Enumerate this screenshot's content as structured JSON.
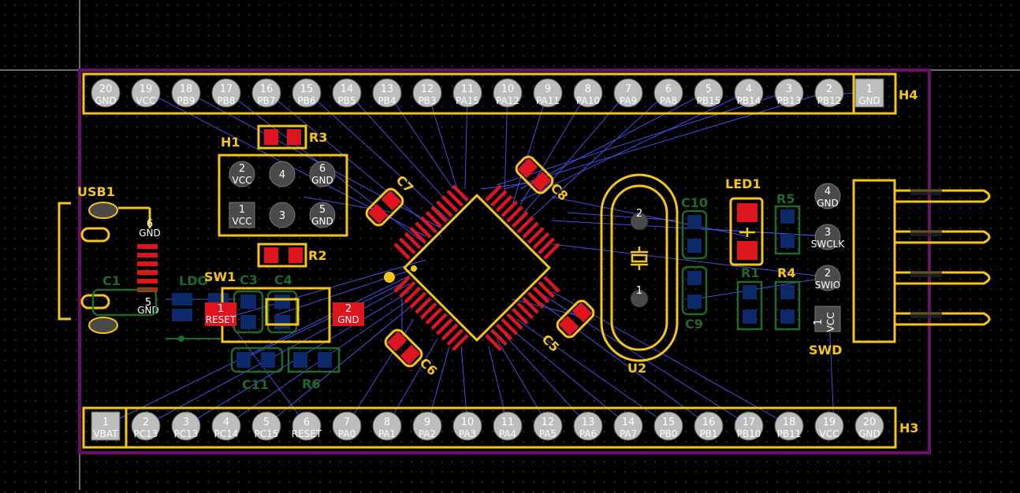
{
  "connectors": {
    "h4": {
      "ref": "H4",
      "pins": [
        {
          "num": "20",
          "name": "GND"
        },
        {
          "num": "19",
          "name": "VCC"
        },
        {
          "num": "18",
          "name": "PB9"
        },
        {
          "num": "17",
          "name": "PB8"
        },
        {
          "num": "16",
          "name": "PB7"
        },
        {
          "num": "15",
          "name": "PB6"
        },
        {
          "num": "14",
          "name": "PB5"
        },
        {
          "num": "13",
          "name": "PB4"
        },
        {
          "num": "12",
          "name": "PB3"
        },
        {
          "num": "11",
          "name": "PA15"
        },
        {
          "num": "10",
          "name": "PA12"
        },
        {
          "num": "9",
          "name": "PA11"
        },
        {
          "num": "8",
          "name": "PA10"
        },
        {
          "num": "7",
          "name": "PA9"
        },
        {
          "num": "6",
          "name": "PA8"
        },
        {
          "num": "5",
          "name": "PB15"
        },
        {
          "num": "4",
          "name": "PB14"
        },
        {
          "num": "3",
          "name": "PB13"
        },
        {
          "num": "2",
          "name": "PB12"
        },
        {
          "num": "1",
          "name": "GND"
        }
      ]
    },
    "h3": {
      "ref": "H3",
      "pins": [
        {
          "num": "1",
          "name": "VBAT"
        },
        {
          "num": "2",
          "name": "PC13"
        },
        {
          "num": "3",
          "name": "PC13"
        },
        {
          "num": "4",
          "name": "PC14"
        },
        {
          "num": "5",
          "name": "PC15"
        },
        {
          "num": "6",
          "name": "RESET"
        },
        {
          "num": "7",
          "name": "PA0"
        },
        {
          "num": "8",
          "name": "PA1"
        },
        {
          "num": "9",
          "name": "PA2"
        },
        {
          "num": "10",
          "name": "PA3"
        },
        {
          "num": "11",
          "name": "PA4"
        },
        {
          "num": "12",
          "name": "PA5"
        },
        {
          "num": "13",
          "name": "PA6"
        },
        {
          "num": "14",
          "name": "PA7"
        },
        {
          "num": "15",
          "name": "PB0"
        },
        {
          "num": "16",
          "name": "PB1"
        },
        {
          "num": "17",
          "name": "PB10"
        },
        {
          "num": "18",
          "name": "PB11"
        },
        {
          "num": "19",
          "name": "VCC"
        },
        {
          "num": "20",
          "name": "GND"
        }
      ]
    },
    "h1": {
      "ref": "H1",
      "pins": [
        {
          "num": "2",
          "name": "VCC"
        },
        {
          "num": "4",
          "name": ""
        },
        {
          "num": "6",
          "name": "GND"
        },
        {
          "num": "1",
          "name": "VCC"
        },
        {
          "num": "3",
          "name": ""
        },
        {
          "num": "5",
          "name": "GND"
        }
      ]
    },
    "swd": {
      "ref": "SWD",
      "pins": [
        {
          "num": "4",
          "name": "GND"
        },
        {
          "num": "3",
          "name": "SWCLK"
        },
        {
          "num": "2",
          "name": "SWIO"
        },
        {
          "num": "1",
          "name": "VCC"
        }
      ]
    },
    "usb": {
      "ref": "USB1",
      "pins": [
        {
          "num": "6",
          "name": "GND"
        },
        {
          "num": "5",
          "name": "GND"
        }
      ]
    }
  },
  "refs": {
    "r3": "R3",
    "r2": "R2",
    "c7": "C7",
    "c8": "C8",
    "c6": "C6",
    "c5": "C5",
    "c10": "C10",
    "c9": "C9",
    "led1": "LED1",
    "r5": "R5",
    "r4": "R4",
    "r1": "R1",
    "u2": "U2",
    "c1": "C1",
    "ldo": "LDO",
    "sw1": "SW1",
    "c3": "C3",
    "c4": "C4",
    "c11": "C11",
    "r6": "R6"
  },
  "sw1": {
    "pad1_num": "1",
    "pad1_name": "RESET",
    "pad2_num": "2",
    "pad2_name": "GND"
  },
  "crystal": {
    "pad2": "2",
    "pad1": "1"
  },
  "colors": {
    "silk": "#f5c518",
    "pad": "#e0141e",
    "pad_bottom": "#0c2a6a",
    "pad_bottom_outline": "#1f6a2a",
    "ratsnest": "#4a55ff",
    "outline": "#6b0f6b",
    "th_pad": "#bdbdbd"
  }
}
